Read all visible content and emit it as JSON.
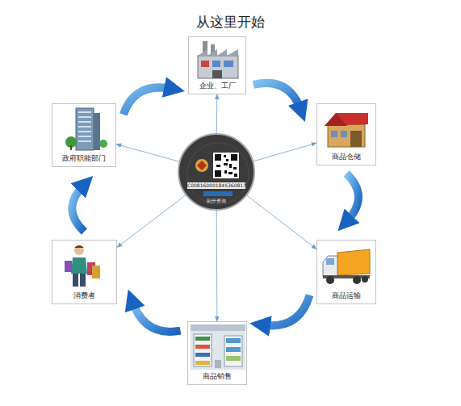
{
  "diagram": {
    "title": "从这里开始",
    "nodes": [
      {
        "text": [
          "企业、工厂"
        ]
      },
      {
        "text": [
          "政府职能部门"
        ]
      },
      {
        "text": [
          "商品仓储"
        ]
      },
      {
        "text": [
          "C008160001845360817",
          "刮开查询"
        ]
      },
      {
        "text": [
          "消费者"
        ]
      },
      {
        "text": [
          "商品运输"
        ]
      },
      {
        "text": [
          "商品销售"
        ]
      }
    ],
    "edges": [
      {
        "from": 3,
        "to": 0,
        "arrow": "to"
      },
      {
        "from": 3,
        "to": 2,
        "arrow": "to"
      },
      {
        "from": 3,
        "to": 5,
        "arrow": "to"
      },
      {
        "from": 3,
        "to": 6,
        "arrow": "to"
      },
      {
        "from": 3,
        "to": 4,
        "arrow": "to"
      },
      {
        "from": 3,
        "to": 1,
        "arrow": "to"
      },
      {
        "from": 0,
        "to": 2,
        "arrow": "to"
      },
      {
        "from": 2,
        "to": 5,
        "arrow": "to"
      },
      {
        "from": 5,
        "to": 6,
        "arrow": "to"
      },
      {
        "from": 6,
        "to": 4,
        "arrow": "to"
      },
      {
        "from": 4,
        "to": 1,
        "arrow": "to"
      },
      {
        "from": 1,
        "to": 0,
        "arrow": "to"
      }
    ]
  }
}
